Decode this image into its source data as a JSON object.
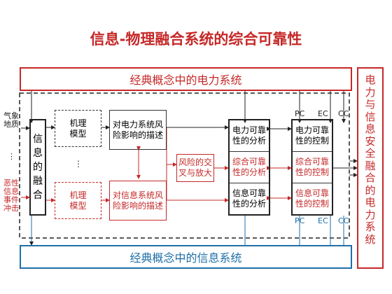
{
  "title": "信息-物理融合系统的综合可靠性",
  "power_system_bar": "经典概念中的电力系统",
  "info_system_bar": "经典概念中的信息系统",
  "side_bar": "电力与信息安全融合的电力系统",
  "left_inputs": {
    "weather": "气象\n地质",
    "dots": "⋮",
    "malicious": "恶性\n信息\n事件\n冲击"
  },
  "fusion_box": "信息的融合",
  "mechanism_box": "机理\n模型",
  "power_risk_box": "对电力系统风险影响的描述",
  "info_risk_box": "对信息系统风险影响的描述",
  "risk_cross_box": "风险的交叉与放大",
  "analysis": {
    "power": "电力可靠性的分析",
    "combined": "综合可靠性的分析",
    "info": "信息可靠性的分析"
  },
  "control": {
    "power": "电力可靠性的控制",
    "combined": "综合可靠性的控制",
    "info": "信息可靠性的控制"
  },
  "top_codes": [
    "PC",
    "EC",
    "CC"
  ],
  "bottom_codes": [
    "PC",
    "EC",
    "CC"
  ],
  "colors": {
    "accent": "#c62828",
    "blue": "#1e6fa8",
    "ink": "#222222"
  }
}
